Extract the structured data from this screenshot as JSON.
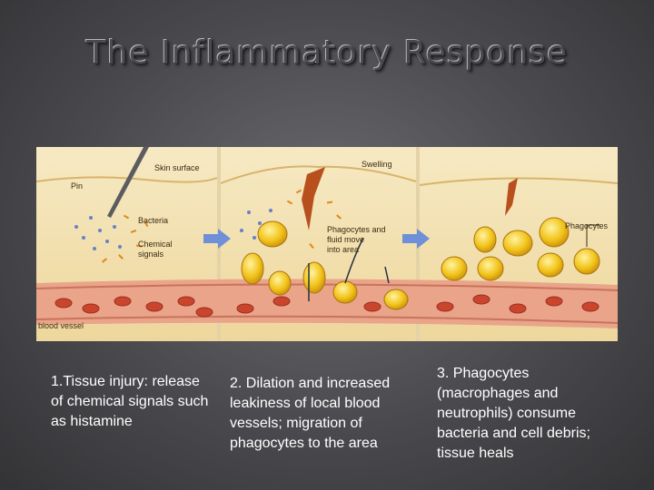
{
  "title": "The Inflammatory Response",
  "figure": {
    "labels": {
      "pin": "Pin",
      "skin_surface": "Skin surface",
      "bacteria": "Bacteria",
      "chemical_signals_1": "Chemical",
      "chemical_signals_2": "signals",
      "blood_vessel": "blood vessel",
      "swelling": "Swelling",
      "phago_fluid_1": "Phagocytes and",
      "phago_fluid_2": "fluid move",
      "phago_fluid_3": "into area",
      "phagocytes": "Phagocytes"
    },
    "colors": {
      "tissue": "#f3e3b5",
      "vessel": "#e9a48a",
      "cell": "#f2c41a",
      "arrow": "#6f8fd6"
    }
  },
  "captions": {
    "step1": "1.Tissue injury: release of chemical signals such as histamine",
    "step2": "2. Dilation and increased leakiness of local blood vessels; migration of phagocytes to the area",
    "step3": "3. Phagocytes (macrophages and neutrophils) consume bacteria and cell debris; tissue heals"
  }
}
